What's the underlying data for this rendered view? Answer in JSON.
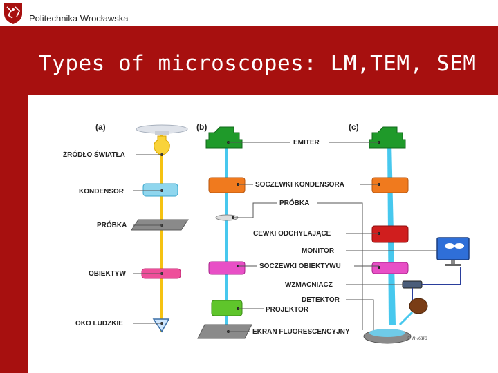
{
  "header": {
    "university_name": "Politechnika Wrocławska",
    "slide_title": "Types of microscopes: LM,TEM, SEM"
  },
  "colors": {
    "brand_red": "#a7100f",
    "beam_yellow": "#f5c211",
    "beam_cyan": "#47c8ee",
    "lens_green": "#1f9a2a",
    "lens_orange": "#f07a1e",
    "lens_magenta": "#e84fc6",
    "lens_red": "#d01e1e"
  },
  "diagram": {
    "panel_labels": [
      "(a)",
      "(b)",
      "(c)"
    ],
    "lm_labels": {
      "light_source": "ŹRÓDŁO ŚWIATŁA",
      "condenser": "KONDENSOR",
      "sample": "PRÓBKA",
      "objective": "OBIEKTYW",
      "eye": "OKO LUDZKIE"
    },
    "shared_labels": {
      "emitter": "EMITER",
      "condenser_lenses": "SOCZEWKI KONDENSORA",
      "sample": "PRÓBKA",
      "deflection_coils": "CEWKI ODCHYLAJĄCE",
      "monitor": "MONITOR",
      "objective_lenses": "SOCZEWKI OBIEKTYWU",
      "amplifier": "WZMACNIACZ",
      "detector": "DETEKTOR",
      "projector": "PROJEKTOR",
      "screen": "EKRAN FLUORESCENCYJNY"
    },
    "watermark": "© n-kalo"
  }
}
